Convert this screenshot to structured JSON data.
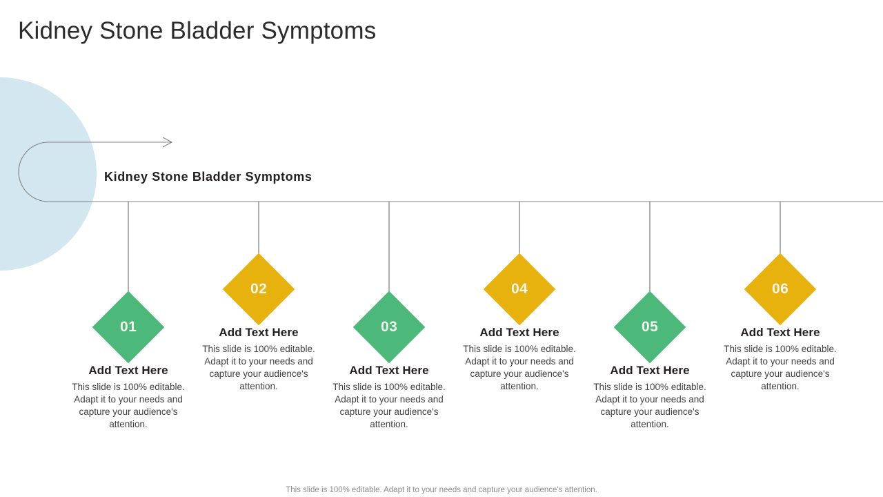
{
  "slide": {
    "title": "Kidney Stone Bladder Symptoms",
    "subtitle": "Kidney Stone Bladder Symptoms",
    "footer": "This slide is 100% editable. Adapt it to your needs and capture your audience's attention."
  },
  "colors": {
    "green": "#4cb87a",
    "amber": "#e8b20e",
    "circle_blue": "#d3e7f0",
    "line_gray": "#808285",
    "title_text": "#2b2b2b",
    "body_text": "#3f3f3f",
    "footer_text": "#8b8b8b"
  },
  "timeline": {
    "items": [
      {
        "number": "01",
        "heading": "Add Text Here",
        "body": "This slide is 100% editable. Adapt it to your needs and capture your audience's attention.",
        "color": "#4cb87a"
      },
      {
        "number": "02",
        "heading": "Add Text Here",
        "body": "This slide is 100% editable. Adapt it to your needs and capture your audience's attention.",
        "color": "#e8b20e"
      },
      {
        "number": "03",
        "heading": "Add Text Here",
        "body": "This slide is 100% editable. Adapt it to your needs and capture your audience's attention.",
        "color": "#4cb87a"
      },
      {
        "number": "04",
        "heading": "Add Text Here",
        "body": "This slide is 100% editable. Adapt it to your needs and capture your audience's attention.",
        "color": "#e8b20e"
      },
      {
        "number": "05",
        "heading": "Add Text Here",
        "body": "This slide is 100% editable. Adapt it to your needs and capture your audience's attention.",
        "color": "#4cb87a"
      },
      {
        "number": "06",
        "heading": "Add Text Here",
        "body": "This slide is 100% editable. Adapt it to your needs and capture your audience's attention.",
        "color": "#e8b20e"
      }
    ]
  }
}
